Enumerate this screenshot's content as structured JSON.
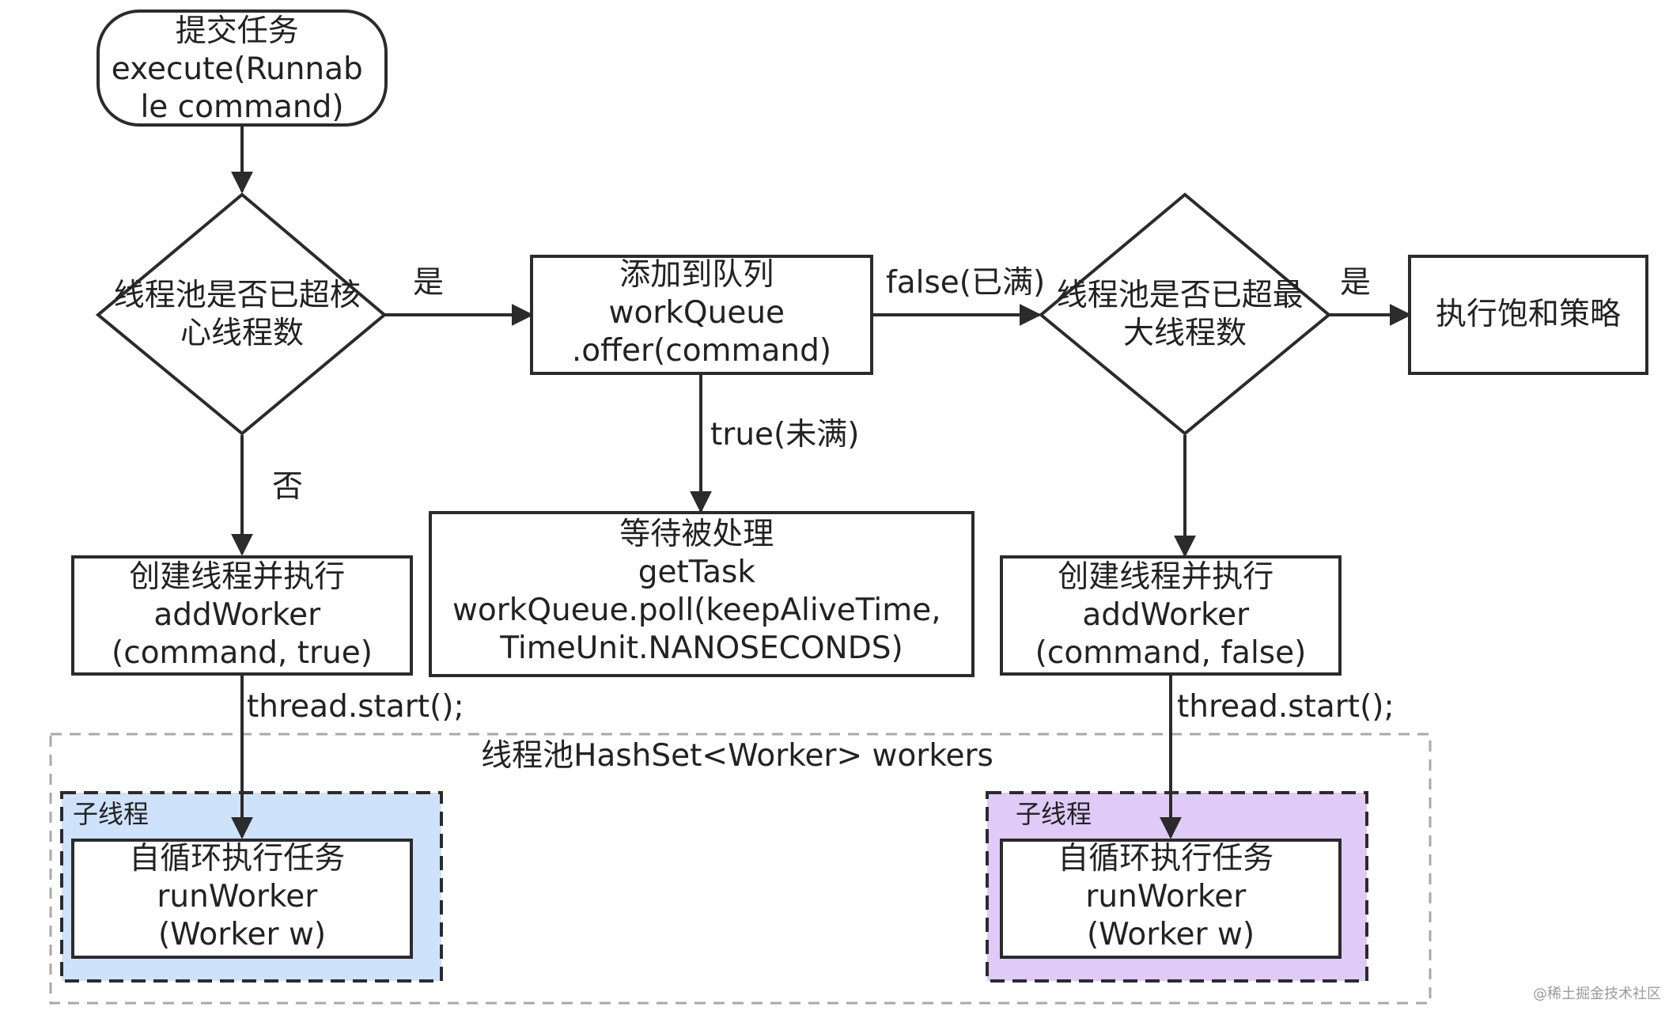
{
  "nodes": {
    "start": {
      "lines": [
        "提交任务",
        "execute(Runnab",
        "le command)"
      ]
    },
    "core_check": {
      "lines": [
        "线程池是否已超核",
        "心线程数"
      ]
    },
    "add_queue": {
      "lines": [
        "添加到队列",
        "workQueue",
        ".offer(command)"
      ]
    },
    "max_check": {
      "lines": [
        "线程池是否已超最",
        "大线程数"
      ]
    },
    "reject": {
      "lines": [
        "执行饱和策略"
      ]
    },
    "create_core": {
      "lines": [
        "创建线程并执行",
        "addWorker",
        "(command, true)"
      ]
    },
    "wait": {
      "lines": [
        "等待被处理",
        "getTask",
        "workQueue.poll(keepAliveTime,",
        "TimeUnit.NANOSECONDS)"
      ]
    },
    "create_max": {
      "lines": [
        "创建线程并执行",
        "addWorker",
        "(command, false)"
      ]
    },
    "run_left": {
      "lines": [
        "自循环执行任务",
        "runWorker",
        "(Worker w)"
      ]
    },
    "run_right": {
      "lines": [
        "自循环执行任务",
        "runWorker",
        "(Worker w)"
      ]
    }
  },
  "groups": {
    "pool": {
      "label": "线程池HashSet<Worker> workers"
    },
    "worker_left": {
      "label": "子线程",
      "fill": "#cfe2fb"
    },
    "worker_right": {
      "label": "子线程",
      "fill": "#dfcaf8"
    }
  },
  "edges": {
    "yes_left": "是",
    "no_left": "否",
    "queue_full": "false(已满)",
    "queue_not_full": "true(未满)",
    "yes_right": "是",
    "thread_start_left": "thread.start();",
    "thread_start_right": "thread.start();"
  },
  "watermark": "@稀土掘金技术社区"
}
